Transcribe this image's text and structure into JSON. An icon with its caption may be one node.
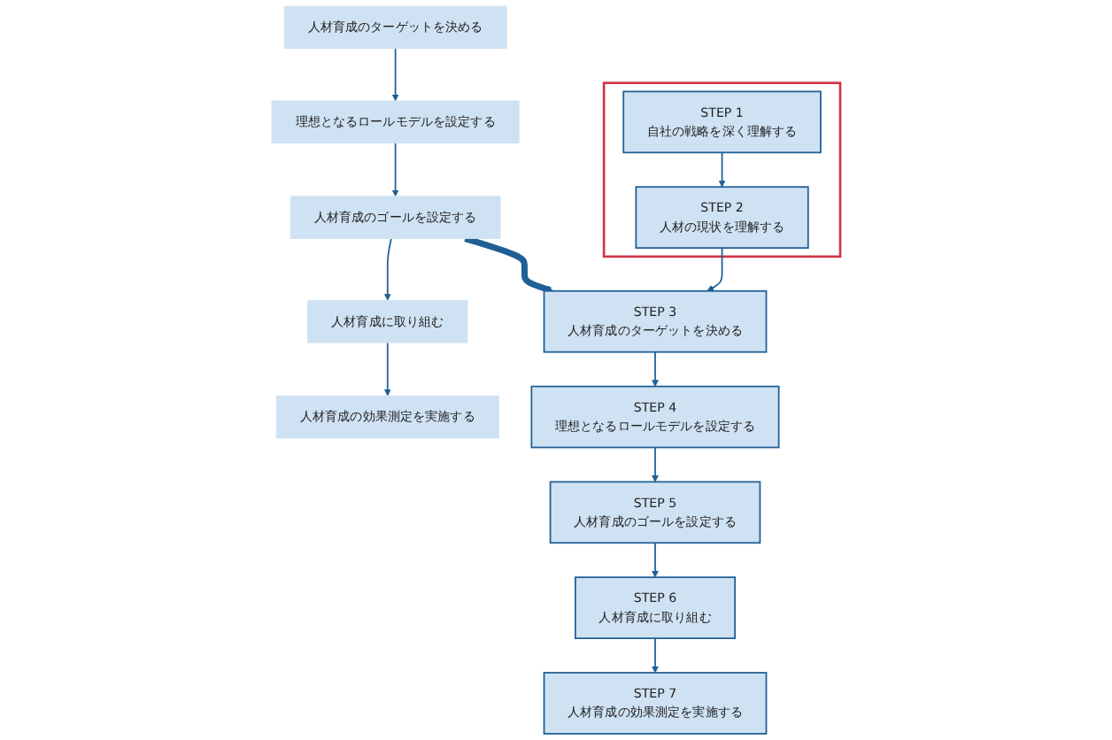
{
  "diagram": {
    "nodes": [
      {
        "text": [
          "人材育成のターゲットを決める"
        ]
      },
      {
        "text": [
          "理想となるロールモデルを設定する"
        ]
      },
      {
        "text": [
          "人材育成のゴールを設定する"
        ]
      },
      {
        "text": [
          "人材育成に取り組む"
        ]
      },
      {
        "text": [
          "人材育成の効果測定を実施する"
        ]
      },
      {
        "text": [],
        "shape": "box"
      },
      {
        "text": [
          "STEP 1",
          "自社の戦略を深く理解する"
        ],
        "in": 5
      },
      {
        "text": [
          "STEP 2",
          "人材の現状を理解する"
        ],
        "in": 5
      },
      {
        "text": [
          "STEP 3",
          "人材育成のターゲットを決める"
        ]
      },
      {
        "text": [
          "STEP 4",
          "理想となるロールモデルを設定する"
        ]
      },
      {
        "text": [
          "STEP 5",
          "人材育成のゴールを設定する"
        ]
      },
      {
        "text": [
          "STEP 6",
          "人材育成に取り組む"
        ]
      },
      {
        "text": [
          "STEP 7",
          "人材育成の効果測定を実施する"
        ]
      }
    ],
    "edges": [
      {
        "from": 0,
        "to": 1,
        "arrow": "to"
      },
      {
        "from": 1,
        "to": 2,
        "arrow": "to"
      },
      {
        "from": 2,
        "to": 3,
        "arrow": "to"
      },
      {
        "from": 3,
        "to": 4,
        "arrow": "to"
      },
      {
        "from": 2,
        "to": 8,
        "arrow": "to",
        "style": "thick"
      },
      {
        "from": 6,
        "to": 7,
        "arrow": "to"
      },
      {
        "from": 7,
        "to": 8,
        "arrow": "to"
      },
      {
        "from": 8,
        "to": 9,
        "arrow": "to"
      },
      {
        "from": 9,
        "to": 10,
        "arrow": "to"
      },
      {
        "from": 10,
        "to": 11,
        "arrow": "to"
      },
      {
        "from": 11,
        "to": 12,
        "arrow": "to"
      }
    ]
  }
}
